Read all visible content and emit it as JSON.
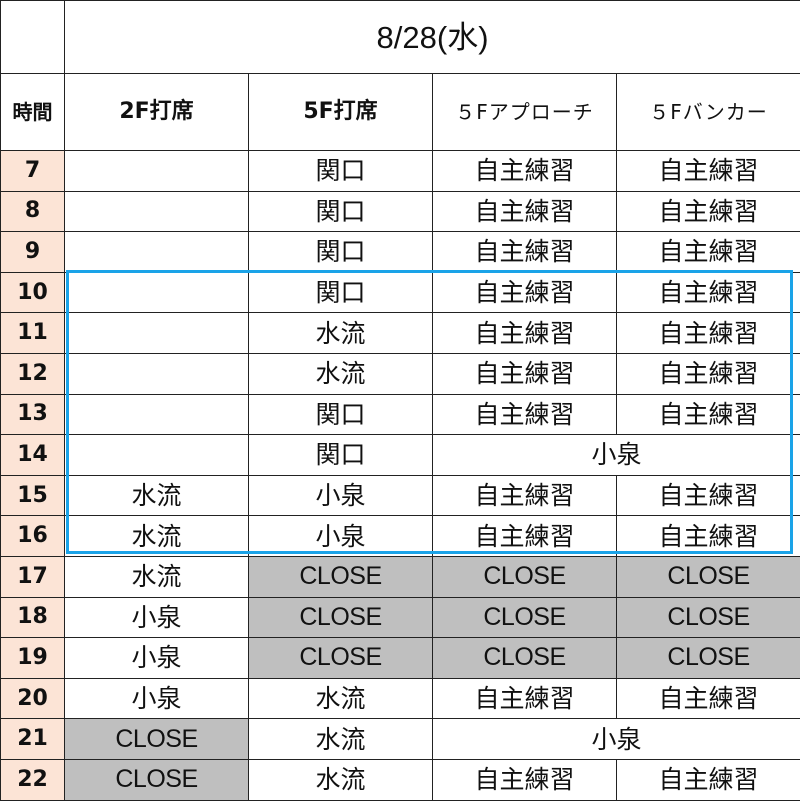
{
  "title": "8/28(水)",
  "headers": {
    "time": "時間",
    "floor2": "2F打席",
    "floor5": "5F打席",
    "approach": "５Fアプローチ",
    "bunker": "５Fバンカー"
  },
  "rows": [
    {
      "hour": "7",
      "f2": "",
      "f5": "関口",
      "approach": "自主練習",
      "bunker": "自主練習"
    },
    {
      "hour": "8",
      "f2": "",
      "f5": "関口",
      "approach": "自主練習",
      "bunker": "自主練習"
    },
    {
      "hour": "9",
      "f2": "",
      "f5": "関口",
      "approach": "自主練習",
      "bunker": "自主練習"
    },
    {
      "hour": "10",
      "f2": "",
      "f5": "関口",
      "approach": "自主練習",
      "bunker": "自主練習"
    },
    {
      "hour": "11",
      "f2": "",
      "f5": "水流",
      "approach": "自主練習",
      "bunker": "自主練習"
    },
    {
      "hour": "12",
      "f2": "",
      "f5": "水流",
      "approach": "自主練習",
      "bunker": "自主練習"
    },
    {
      "hour": "13",
      "f2": "",
      "f5": "関口",
      "approach": "自主練習",
      "bunker": "自主練習"
    },
    {
      "hour": "14",
      "f2": "",
      "f5": "関口",
      "merged": "小泉"
    },
    {
      "hour": "15",
      "f2": "水流",
      "f5": "小泉",
      "approach": "自主練習",
      "bunker": "自主練習"
    },
    {
      "hour": "16",
      "f2": "水流",
      "f5": "小泉",
      "approach": "自主練習",
      "bunker": "自主練習"
    },
    {
      "hour": "17",
      "f2": "水流",
      "f5": "CLOSE",
      "approach": "CLOSE",
      "bunker": "CLOSE"
    },
    {
      "hour": "18",
      "f2": "小泉",
      "f5": "CLOSE",
      "approach": "CLOSE",
      "bunker": "CLOSE"
    },
    {
      "hour": "19",
      "f2": "小泉",
      "f5": "CLOSE",
      "approach": "CLOSE",
      "bunker": "CLOSE"
    },
    {
      "hour": "20",
      "f2": "小泉",
      "f5": "水流",
      "approach": "自主練習",
      "bunker": "自主練習"
    },
    {
      "hour": "21",
      "f2": "CLOSE",
      "f5": "水流",
      "merged": "小泉"
    },
    {
      "hour": "22",
      "f2": "CLOSE",
      "f5": "水流",
      "approach": "自主練習",
      "bunker": "自主練習"
    }
  ],
  "colors": {
    "hour_bg": "#fce4d6",
    "closed_bg": "#bfbfbf",
    "highlight": "#1aa3e8"
  }
}
